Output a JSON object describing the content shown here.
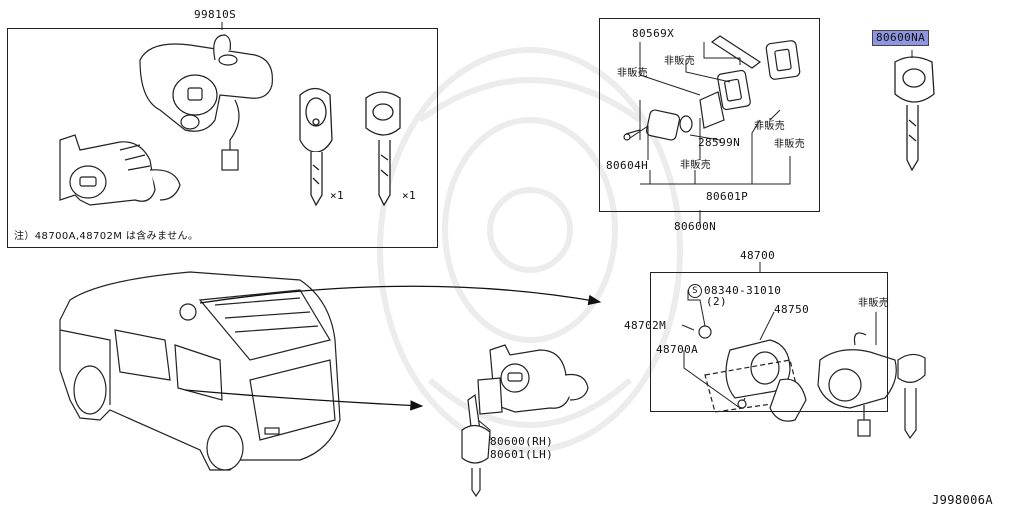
{
  "watermark": "watermark-emblem",
  "highlight_color": "#8f95e0",
  "line_color": "#222222",
  "labels": {
    "set_99810": "99810S",
    "note": "注）48700A,48702M は含みません。",
    "qty_a": "×1",
    "qty_b": "×1",
    "p80569x": "80569X",
    "hihanbai_1": "非販売",
    "hihanbai_2": "非販売",
    "hihanbai_3": "非販売",
    "hihanbai_4": "非販売",
    "hihanbai_5": "非販売",
    "p28599n": "28599N",
    "p80604h": "80604H",
    "p80601p": "80601P",
    "p80600n": "80600N",
    "p80600na": "80600NA",
    "p48700": "48700",
    "p08340": "08340-31010",
    "p08340_qty": "(2)",
    "screw_symbol": "S",
    "p48750": "48750",
    "p48702m": "48702M",
    "p48700a": "48700A",
    "p80600rh": "80600(RH)",
    "p80601lh": "80601(LH)",
    "diagram_id": "J998006A"
  }
}
